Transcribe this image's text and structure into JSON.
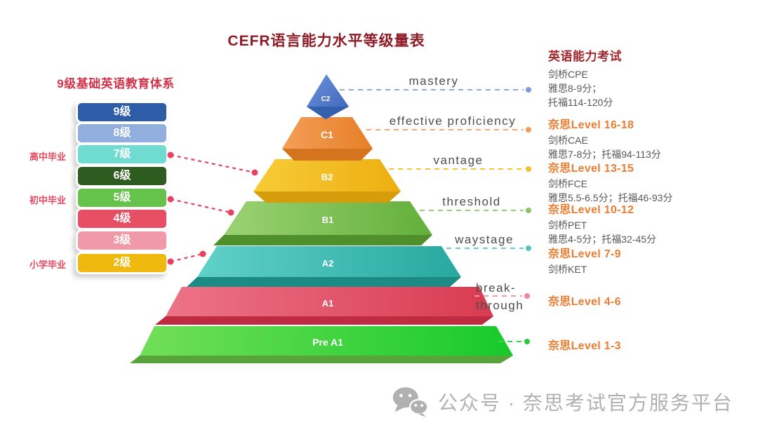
{
  "title": "CEFR语言能力水平等级量表",
  "left_panel": {
    "title": "9级基础英语教育体系",
    "levels": [
      {
        "label": "9级",
        "color": "#2e5ca6"
      },
      {
        "label": "8级",
        "color": "#92aede"
      },
      {
        "label": "7级",
        "color": "#70dcd1"
      },
      {
        "label": "6级",
        "color": "#2d5b20"
      },
      {
        "label": "5级",
        "color": "#65c24b"
      },
      {
        "label": "4级",
        "color": "#e64f64"
      },
      {
        "label": "3级",
        "color": "#f09aa9"
      },
      {
        "label": "2级",
        "color": "#efb90f"
      }
    ],
    "milestones": [
      {
        "label": "高中毕业",
        "attached_to": "7级"
      },
      {
        "label": "初中毕业",
        "attached_to": "5级"
      },
      {
        "label": "小学毕业",
        "attached_to": "2级"
      }
    ]
  },
  "pyramid": {
    "levels": [
      {
        "code": "C2",
        "descriptor": "mastery",
        "color": "#4a74c9"
      },
      {
        "code": "C1",
        "descriptor": "effective proficiency",
        "color": "#ed8a3c"
      },
      {
        "code": "B2",
        "descriptor": "vantage",
        "color": "#f2bb1d"
      },
      {
        "code": "B1",
        "descriptor": "threshold",
        "color": "#77bf4c"
      },
      {
        "code": "A2",
        "descriptor": "waystage",
        "color": "#3fbcb3"
      },
      {
        "code": "A1",
        "descriptor": "break-",
        "descriptor2": "through",
        "color": "#e04f65"
      },
      {
        "code": "Pre A1",
        "descriptor": "",
        "color": "#2fd135"
      }
    ]
  },
  "right_panel": {
    "title": "英语能力考试",
    "title_color": "#a4262c",
    "accent_color": "#ed7d31",
    "groups": [
      {
        "heading": "",
        "lines": [
          "剑桥CPE",
          "雅思8-9分；",
          "托福114-120分"
        ]
      },
      {
        "heading": "奈思Level 16-18",
        "lines": [
          "剑桥CAE",
          "雅思7-8分；托福94-113分"
        ]
      },
      {
        "heading": "奈思Level 13-15",
        "lines": [
          "剑桥FCE",
          "雅思5.5-6.5分；托福46-93分"
        ]
      },
      {
        "heading": "奈思Level 10-12",
        "lines": [
          "剑桥PET",
          "雅思4-5分；托福32-45分"
        ]
      },
      {
        "heading": "奈思Level 7-9",
        "lines": [
          "剑桥KET"
        ]
      },
      {
        "heading": "奈思Level 4-6",
        "lines": []
      },
      {
        "heading": "奈思Level 1-3",
        "lines": []
      }
    ]
  },
  "footer": {
    "icon": "wechat-icon",
    "text": "公众号 · 奈思考试官方服务平台"
  },
  "colors": {
    "main_title": "#8e1b25",
    "left_title": "#d0344a",
    "milestone_text": "#e8485e",
    "red_connector": "#e8405e",
    "descriptor_text": "#4d4d4d",
    "detail_text": "#595959",
    "footer_text": "#b1b1b1"
  }
}
